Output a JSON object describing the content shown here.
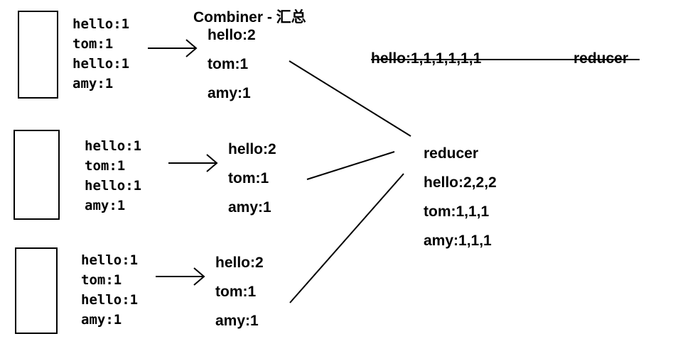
{
  "title": "Combiner - 汇总",
  "mappers": [
    {
      "lines": [
        "hello:1",
        "tom:1",
        "hello:1",
        "amy:1"
      ],
      "combined": [
        "hello:2",
        "tom:1",
        "amy:1"
      ]
    },
    {
      "lines": [
        "hello:1",
        "tom:1",
        "hello:1",
        "amy:1"
      ],
      "combined": [
        "hello:2",
        "tom:1",
        "amy:1"
      ]
    },
    {
      "lines": [
        "hello:1",
        "tom:1",
        "hello:1",
        "amy:1"
      ],
      "combined": [
        "hello:2",
        "tom:1",
        "amy:1"
      ]
    }
  ],
  "crossed_out": {
    "values": "hello:1,1,1,1,1,1",
    "label": "reducer"
  },
  "reducer": {
    "label": "reducer",
    "lines": [
      "hello:2,2,2",
      "tom:1,1,1",
      "amy:1,1,1"
    ]
  }
}
